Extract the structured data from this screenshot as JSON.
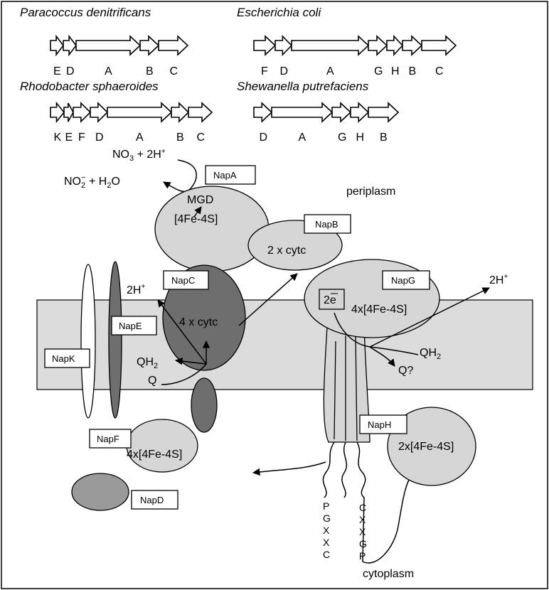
{
  "organisms": {
    "paracoccus": "Paracoccus denitrificans",
    "ecoli": "Escherichia coli",
    "rhodobacter": "Rhodobacter sphaeroides",
    "shewanella": "Shewanella putrefaciens"
  },
  "genes": {
    "paracoccus": [
      "E",
      "D",
      "A",
      "B",
      "C"
    ],
    "ecoli": [
      "F",
      "D",
      "A",
      "G",
      "H",
      "B",
      "C"
    ],
    "rhodobacter": [
      "K",
      "E",
      "F",
      "D",
      "A",
      "B",
      "C"
    ],
    "shewanella": [
      "D",
      "A",
      "G",
      "H",
      "B"
    ]
  },
  "reaction": {
    "substrate_main": "NO",
    "substrate_sub": "3",
    "substrate_rest": " + 2H",
    "substrate_sup": "+",
    "product_main": "NO",
    "product_sub": "2",
    "product_sup": "−",
    "product_rest": " + H",
    "product_sub2": "2",
    "product_tail": "O"
  },
  "compartments": {
    "periplasm": "periplasm",
    "cytoplasm": "cytoplasm"
  },
  "proteins": {
    "napA": "NapA",
    "napB": "NapB",
    "napC": "NapC",
    "napD": "NapD",
    "napE": "NapE",
    "napF": "NapF",
    "napG": "NapG",
    "napH": "NapH",
    "napK": "NapK"
  },
  "cofactors": {
    "mgd": "MGD",
    "napA_cluster": "[4Fe-4S]",
    "napB_heme": "2 x cytc",
    "napC_heme": "4 x cytc",
    "napF_cluster": "4x[4Fe-4S]",
    "napG_cluster": "4x[4Fe-4S]",
    "napH_cluster": "2x[4Fe-4S]",
    "electrons": "2e"
  },
  "quinones": {
    "qh2": "QH",
    "qh2_sub": "2",
    "q": "Q",
    "qh2_right": "QH",
    "qh2_right_sub": "2",
    "q_question": "Q?"
  },
  "protons": {
    "left": "2H",
    "left_sup": "+",
    "right": "2H",
    "right_sup": "+"
  },
  "motifs": {
    "left": [
      "P",
      "G",
      "X",
      "X",
      "C"
    ],
    "right": [
      "C",
      "X",
      "X",
      "G",
      "P"
    ]
  }
}
